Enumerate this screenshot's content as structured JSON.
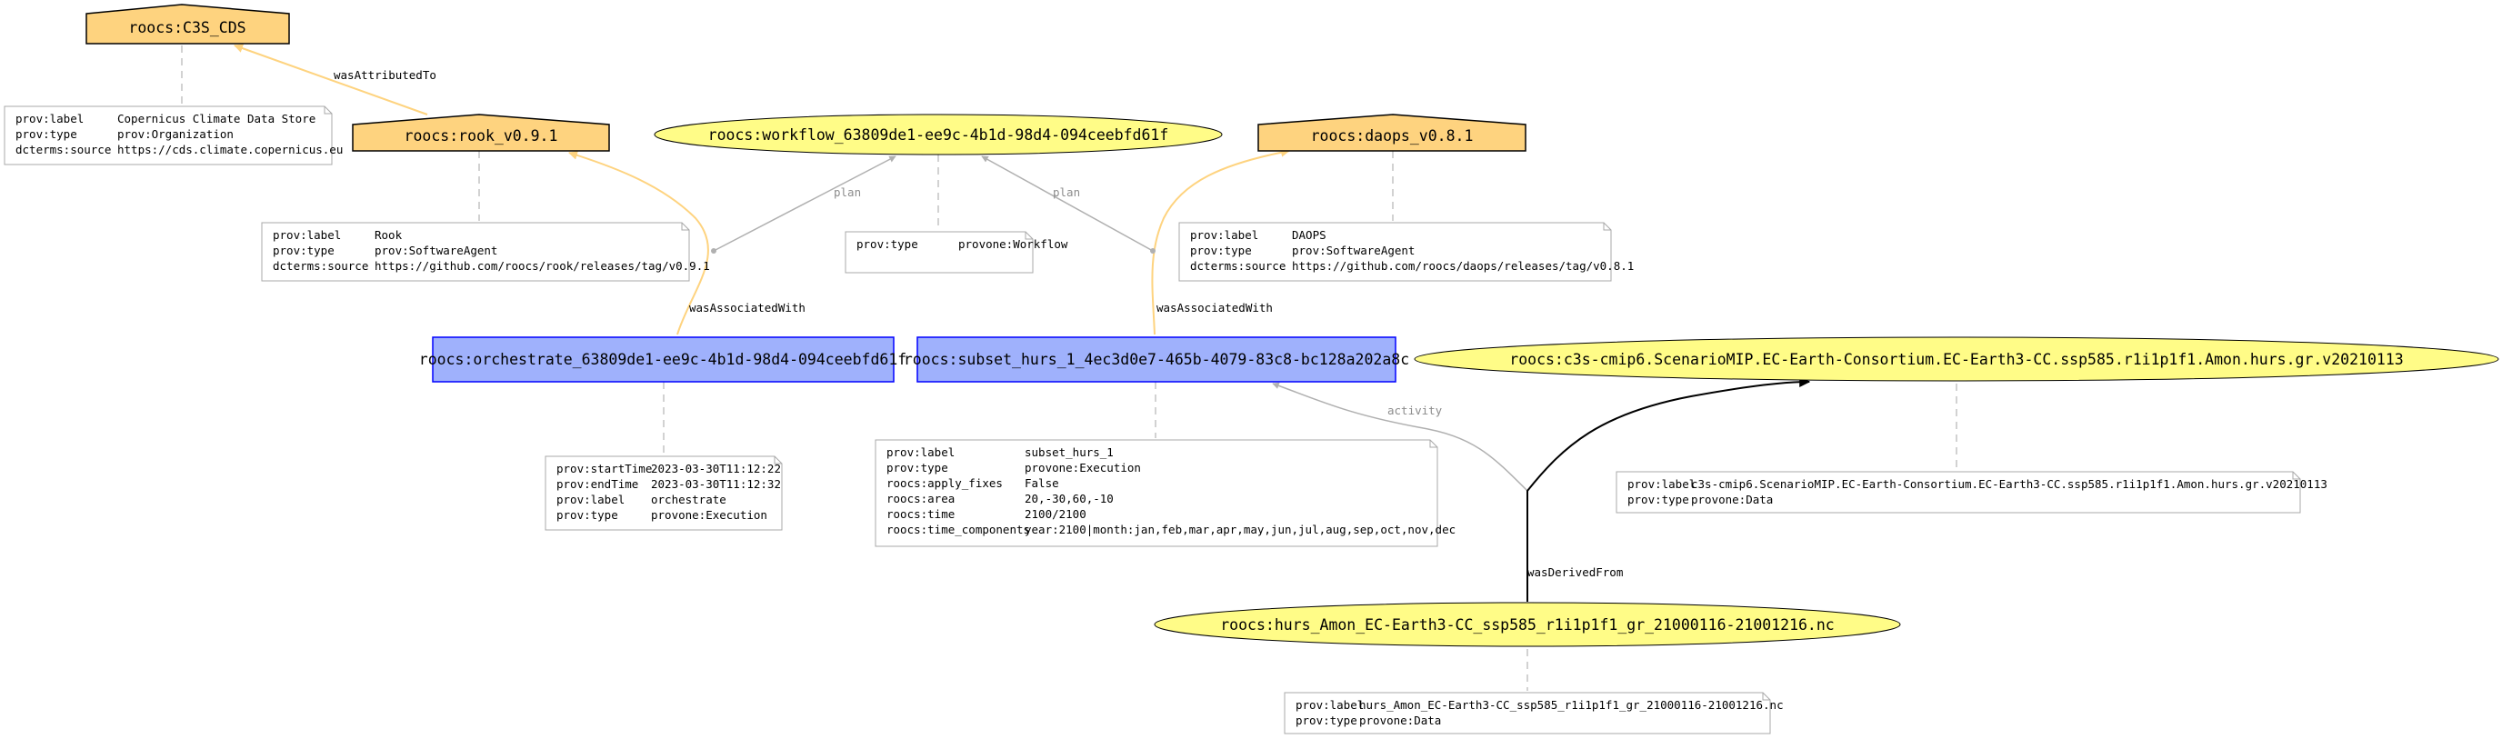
{
  "colors": {
    "agent_fill": "#fed37f",
    "entity_fill": "#fffc87",
    "activity_fill": "#9fb1fc",
    "activity_stroke": "#0000ff",
    "attribution_edge": "#fed37f",
    "plan_edge": "#b0b0b0",
    "derivation_edge": "#000000"
  },
  "nodes": {
    "c3s_cds": "roocs:C3S_CDS",
    "rook": "roocs:rook_v0.9.1",
    "workflow": "roocs:workflow_63809de1-ee9c-4b1d-98d4-094ceebfd61f",
    "daops": "roocs:daops_v0.8.1",
    "orchestrate": "roocs:orchestrate_63809de1-ee9c-4b1d-98d4-094ceebfd61f",
    "subset": "roocs:subset_hurs_1_4ec3d0e7-465b-4079-83c8-bc128a202a8c",
    "c3s_dataset": "roocs:c3s-cmip6.ScenarioMIP.EC-Earth-Consortium.EC-Earth3-CC.ssp585.r1i1p1f1.Amon.hurs.gr.v20210113",
    "hurs_file": "roocs:hurs_Amon_EC-Earth3-CC_ssp585_r1i1p1f1_gr_21000116-21001216.nc"
  },
  "edge_labels": {
    "wasAttributedTo": "wasAttributedTo",
    "plan_left": "plan",
    "plan_right": "plan",
    "wasAssociatedWith_left": "wasAssociatedWith",
    "wasAssociatedWith_right": "wasAssociatedWith",
    "activity": "activity",
    "wasDerivedFrom": "wasDerivedFrom"
  },
  "notes": {
    "c3s_cds": [
      [
        "prov:label",
        "Copernicus Climate Data Store"
      ],
      [
        "prov:type",
        "prov:Organization"
      ],
      [
        "dcterms:source",
        "https://cds.climate.copernicus.eu"
      ]
    ],
    "rook": [
      [
        "prov:label",
        "Rook"
      ],
      [
        "prov:type",
        "prov:SoftwareAgent"
      ],
      [
        "dcterms:source",
        "https://github.com/roocs/rook/releases/tag/v0.9.1"
      ]
    ],
    "workflow": [
      [
        "prov:type",
        "provone:Workflow"
      ]
    ],
    "daops": [
      [
        "prov:label",
        "DAOPS"
      ],
      [
        "prov:type",
        "prov:SoftwareAgent"
      ],
      [
        "dcterms:source",
        "https://github.com/roocs/daops/releases/tag/v0.8.1"
      ]
    ],
    "orchestrate": [
      [
        "prov:startTime",
        "2023-03-30T11:12:22"
      ],
      [
        "prov:endTime",
        "2023-03-30T11:12:32"
      ],
      [
        "prov:label",
        "orchestrate"
      ],
      [
        "prov:type",
        "provone:Execution"
      ]
    ],
    "subset": [
      [
        "prov:label",
        "subset_hurs_1"
      ],
      [
        "prov:type",
        "provone:Execution"
      ],
      [
        "roocs:apply_fixes",
        "False"
      ],
      [
        "roocs:area",
        "20,-30,60,-10"
      ],
      [
        "roocs:time",
        "2100/2100"
      ],
      [
        "roocs:time_components",
        "year:2100|month:jan,feb,mar,apr,may,jun,jul,aug,sep,oct,nov,dec"
      ]
    ],
    "c3s_dataset": [
      [
        "prov:label",
        "c3s-cmip6.ScenarioMIP.EC-Earth-Consortium.EC-Earth3-CC.ssp585.r1i1p1f1.Amon.hurs.gr.v20210113"
      ],
      [
        "prov:type",
        "provone:Data"
      ]
    ],
    "hurs_file": [
      [
        "prov:label",
        "hurs_Amon_EC-Earth3-CC_ssp585_r1i1p1f1_gr_21000116-21001216.nc"
      ],
      [
        "prov:type",
        "provone:Data"
      ]
    ]
  }
}
